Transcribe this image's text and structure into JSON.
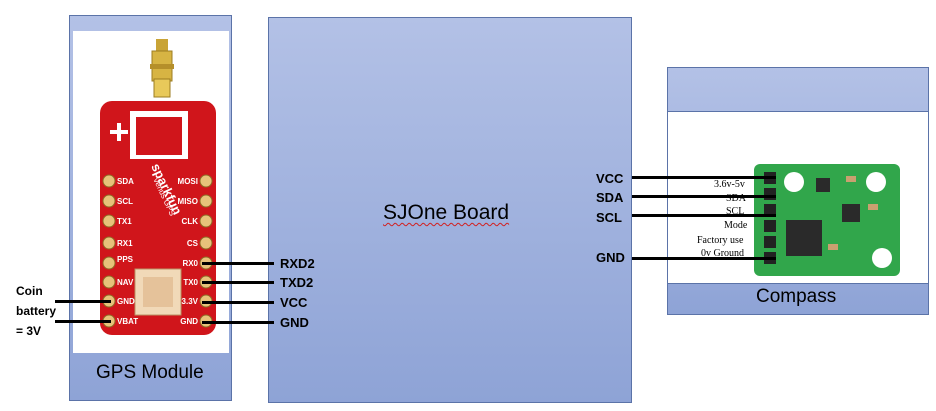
{
  "sjone": {
    "title": "SJOne Board",
    "left_pins": [
      "RXD2",
      "TXD2",
      "VCC",
      "GND"
    ],
    "right_pins": [
      "VCC",
      "SDA",
      "SCL",
      "GND"
    ]
  },
  "gps": {
    "title": "GPS Module",
    "brand": "sparkfun",
    "model": "Venus GPS",
    "left_silk": [
      "SDA",
      "SCL",
      "TX1",
      "RX1",
      "PPS",
      "NAV",
      "GND",
      "VBAT"
    ],
    "right_silk": [
      "MOSI",
      "MISO",
      "CLK",
      "CS",
      "RX0",
      "TX0",
      "3.3V",
      "GND"
    ]
  },
  "battery": {
    "line1": "Coin",
    "line2": "battery",
    "line3": "= 3V"
  },
  "compass": {
    "title": "Compass",
    "pins": [
      "3.6v-5v",
      "SDA",
      "SCL",
      "Mode",
      "Factory use",
      "0v Ground"
    ]
  },
  "colors": {
    "panel_top": "#b3c1e6",
    "panel_bottom": "#8ea3d6",
    "gps_board": "#d0151b",
    "compass_board": "#31a64b",
    "wire": "#000000"
  }
}
